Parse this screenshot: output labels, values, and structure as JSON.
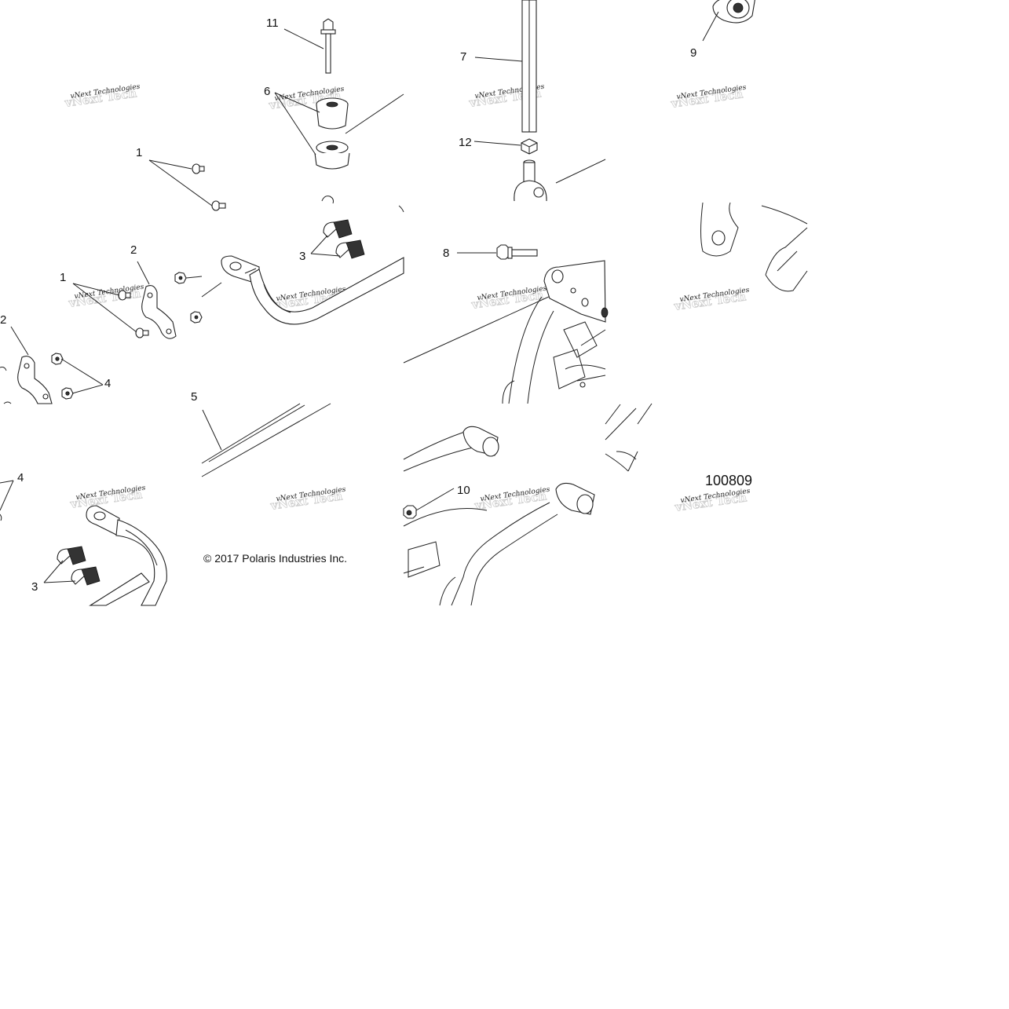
{
  "diagram": {
    "callouts": {
      "c11": "11",
      "c6": "6",
      "c7": "7",
      "c9": "9",
      "c12": "12",
      "c1a": "1",
      "c1b": "1",
      "c2a": "2",
      "c2b": "2",
      "c3a": "3",
      "c3b": "3",
      "c4a": "4",
      "c4b": "4",
      "c8": "8",
      "c5": "5",
      "c10": "10"
    },
    "figure_number": "100809",
    "copyright": "© 2017 Polaris Industries Inc.",
    "watermark": "vNext Technologies"
  }
}
